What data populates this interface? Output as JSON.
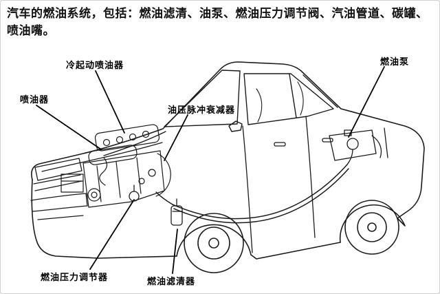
{
  "header": {
    "text": "汽车的燃油系统，包括：燃油滤清、油泵、燃油压力调节阀、汽油管道、碳罐、喷油嘴。"
  },
  "diagram": {
    "labels": [
      {
        "id": "cold-start-injector",
        "text": "冷起动喷油器"
      },
      {
        "id": "injector",
        "text": "喷油器"
      },
      {
        "id": "oil-pressure-pulse-damper",
        "text": "油压脉冲衰减器"
      },
      {
        "id": "fuel-pump",
        "text": "燃油泵"
      },
      {
        "id": "fuel-pressure-regulator",
        "text": "燃油压力调节器"
      },
      {
        "id": "fuel-filter",
        "text": "燃油滤清器"
      }
    ],
    "colors": {
      "line": "#1a1a1a",
      "text": "#000000",
      "background": "#ffffff"
    }
  }
}
